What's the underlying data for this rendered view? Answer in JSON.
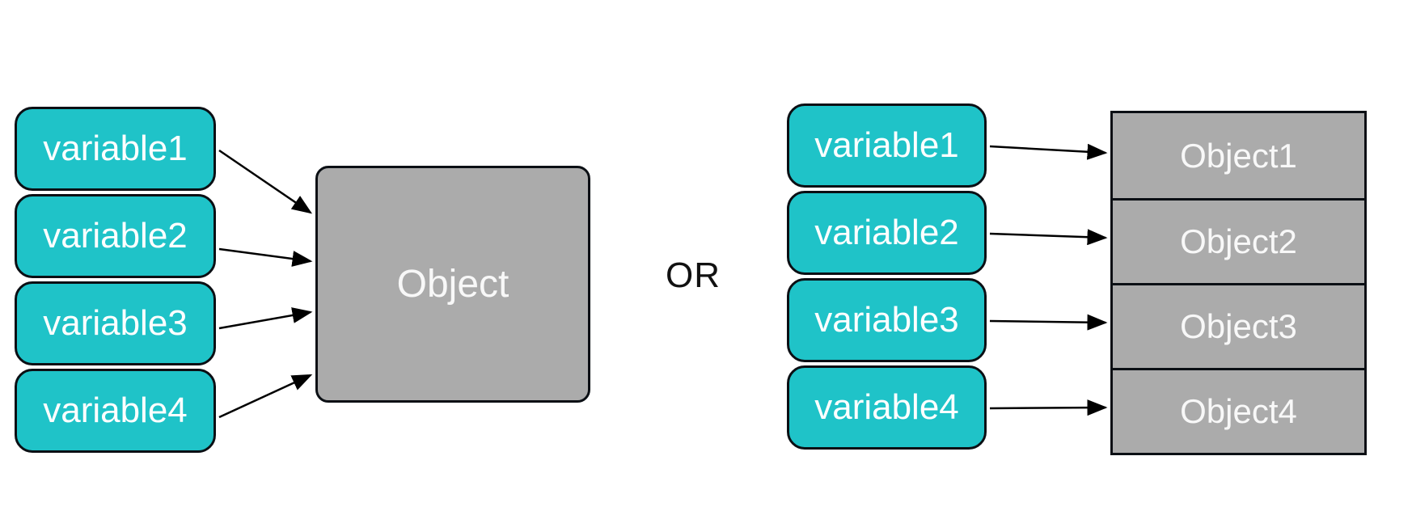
{
  "diagram": {
    "or_label": "OR",
    "left": {
      "variables": [
        {
          "label": "variable1"
        },
        {
          "label": "variable2"
        },
        {
          "label": "variable3"
        },
        {
          "label": "variable4"
        }
      ],
      "object": {
        "label": "Object"
      },
      "connections": [
        {
          "from": "variable1",
          "to": "Object"
        },
        {
          "from": "variable2",
          "to": "Object"
        },
        {
          "from": "variable3",
          "to": "Object"
        },
        {
          "from": "variable4",
          "to": "Object"
        }
      ]
    },
    "right": {
      "variables": [
        {
          "label": "variable1"
        },
        {
          "label": "variable2"
        },
        {
          "label": "variable3"
        },
        {
          "label": "variable4"
        }
      ],
      "objects": [
        {
          "label": "Object1"
        },
        {
          "label": "Object2"
        },
        {
          "label": "Object3"
        },
        {
          "label": "Object4"
        }
      ],
      "connections": [
        {
          "from": "variable1",
          "to": "Object1"
        },
        {
          "from": "variable2",
          "to": "Object2"
        },
        {
          "from": "variable3",
          "to": "Object3"
        },
        {
          "from": "variable4",
          "to": "Object4"
        }
      ]
    },
    "colors": {
      "variable_fill": "#1FC3C8",
      "object_fill": "#ABABAB",
      "box_text": "#FFFFFF",
      "outline": "#0B0F14",
      "arrow": "#000000",
      "background": "#FFFFFF"
    }
  }
}
